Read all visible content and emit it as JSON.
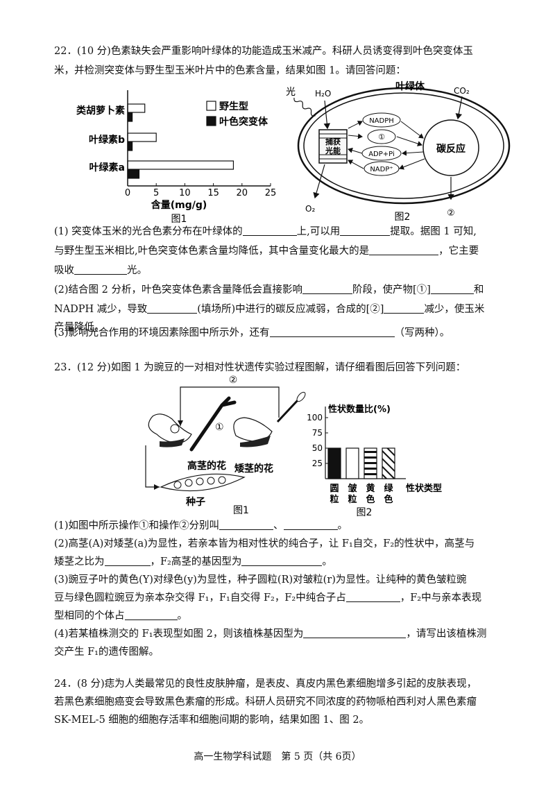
{
  "q22": {
    "intro1": "22．(10 分)色素缺失会严重影响叶绿体的功能造成玉米减产。科研人员诱变得到叶色突变体玉",
    "intro2": "米，并检测突变体与野生型玉米叶片中的色素含量，结果如图 1。请回答问题：",
    "p1_a": "(1) 突变体玉米的光合色素分布在叶绿体的",
    "p1_b": "上,可以用",
    "p1_c": "提取。据图 1 可知,",
    "p1_d": "与野生型玉米相比,叶色突变体色素含量均降低，其中含量变化最大的是",
    "p1_e": "，它主要",
    "p1_f": "吸收",
    "p1_g": "光。",
    "p2_a": "(2)结合图 2 分析，叶色突变体色素含量降低会直接影响",
    "p2_b": "阶段，使产物[①]",
    "p2_c": "和",
    "p2_d": "NADPH 减少，导致",
    "p2_e": "(填场所)中进行的碳反应减弱，合成的[②]",
    "p2_f": "减少，使玉米",
    "p2_g": "产量降低。",
    "p3_a": "(3)影响光合作用的环境因素除图中所示外，还有",
    "p3_b": "（写两种）。"
  },
  "fig1": {
    "caption": "图1",
    "chart_data": {
      "type": "bar",
      "orientation": "horizontal",
      "categories": [
        "类胡萝卜素",
        "叶绿素b",
        "叶绿素a"
      ],
      "series": [
        {
          "name": "野生型",
          "values": [
            3,
            5,
            18.5
          ],
          "color": "#ffffff"
        },
        {
          "name": "叶色突变体",
          "values": [
            0.8,
            0.8,
            2
          ],
          "color": "#111111"
        }
      ],
      "xlabel": "含量(mg/g)",
      "xticks": [
        "0",
        "5",
        "10",
        "15",
        "20",
        "25"
      ],
      "xlim": [
        0,
        25
      ],
      "legend": "top-right"
    }
  },
  "fig2": {
    "caption": "图2",
    "chloroplast": "叶绿体",
    "light": "光",
    "h2o": "H₂O",
    "co2": "CO₂",
    "o2": "O₂",
    "capture_1": "捕获",
    "capture_2": "光能",
    "nadph": "NADPH",
    "circ1": "①",
    "adp": "ADP+Pi",
    "nadp": "NADP⁺",
    "carbon": "碳反应",
    "circ2": "②"
  },
  "q23": {
    "intro": "23．(12 分)如图 1 为豌豆的一对相对性状遗传实验过程图解，请仔细看图后回答下列问题：",
    "p1_a": "(1)如图中所示操作①和操作②分别叫",
    "p1_b": "、",
    "p1_c": "。",
    "p2_a": "(2)高茎(A)对矮茎(a)为显性，若亲本皆为相对性状的纯合子，让 F₁自交，F₂的性状中，高茎与",
    "p2_b": "矮茎之比为",
    "p2_c": "，F₂高茎的基因型为",
    "p2_d": "。",
    "p3_a": "(3)豌豆子叶的黄色(Y)对绿色(y)为显性，种子圆粒(R)对皱粒(r)为显性。让纯种的黄色皱粒豌",
    "p3_b": "豆与绿色圆粒豌豆为亲本杂交得 F₁，F₁自交得 F₂，F₂中纯合子占",
    "p3_c": "，F₂中与亲本表现",
    "p3_d": "型相同的个体占",
    "p3_e": "。",
    "p4_a": "(4)若某植株测交的 F₁表现型如图 2，则该植株基因型为",
    "p4_b": "，请写出该植株测",
    "p4_c": "交产生 F₁的遗传图解。"
  },
  "fig3": {
    "caption": "图1",
    "op1": "①",
    "op2": "②",
    "tall": "高茎的花",
    "short": "矮茎的花",
    "seed": "种子"
  },
  "fig4": {
    "caption": "图2",
    "chart_data": {
      "type": "bar",
      "title": "性状数量比(%)",
      "categories": [
        "圆粒",
        "皱粒",
        "黄色",
        "绿色"
      ],
      "values": [
        50,
        50,
        50,
        50
      ],
      "patterns": [
        "solid",
        "blank",
        "horizontal-stripes",
        "diagonal-stripes"
      ],
      "xlabel": "性状类型",
      "yticks": [
        "25",
        "50",
        "75",
        "100"
      ],
      "ylim": [
        0,
        100
      ]
    }
  },
  "q24": {
    "line1": "24．(8 分)痣为人类最常见的良性皮肤肿瘤，是表皮、真皮内黑色素细胞增多引起的皮肤表现，",
    "line2": "若黑色素细胞癌变会导致黑色素瘤的形成。科研人员研究不同浓度的药物哌柏西利对人黑色素瘤",
    "line3": "SK-MEL-5 细胞的细胞存活率和细胞间期的影响，结果如图 1、图 2。"
  },
  "footer": "高一生物学科试题　第 5 页（共 6页）"
}
